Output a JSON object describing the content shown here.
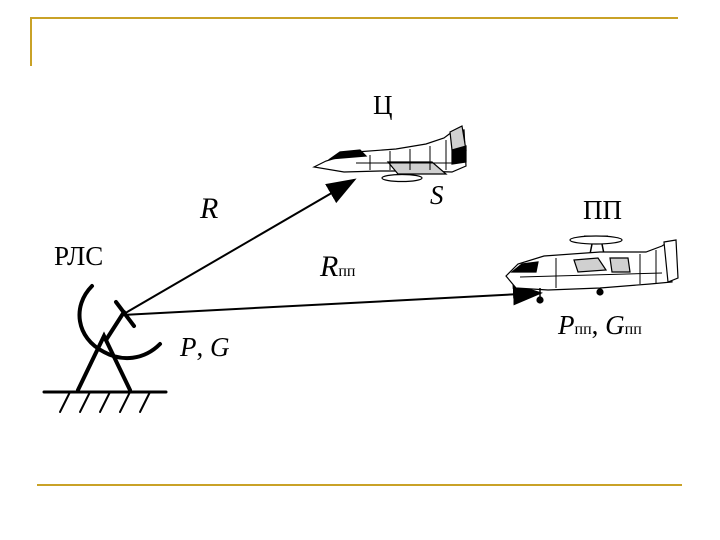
{
  "colors": {
    "frame": "#c9a227",
    "ink": "#000000"
  },
  "labels": {
    "target": "Ц",
    "jammer": "ПП",
    "radar": "РЛС",
    "range_target": "R",
    "range_jammer": "R",
    "range_jammer_sub": "пп",
    "cross_section": "S",
    "radar_p": "P",
    "radar_g": "G",
    "jammer_p": "P",
    "jammer_p_sub": "пп",
    "jammer_g": "G",
    "jammer_g_sub": "пп",
    "comma": ","
  },
  "icons": {
    "target": "fighter-jet-icon",
    "jammer": "awacs-aircraft-icon",
    "radar": "radar-antenna-icon"
  }
}
